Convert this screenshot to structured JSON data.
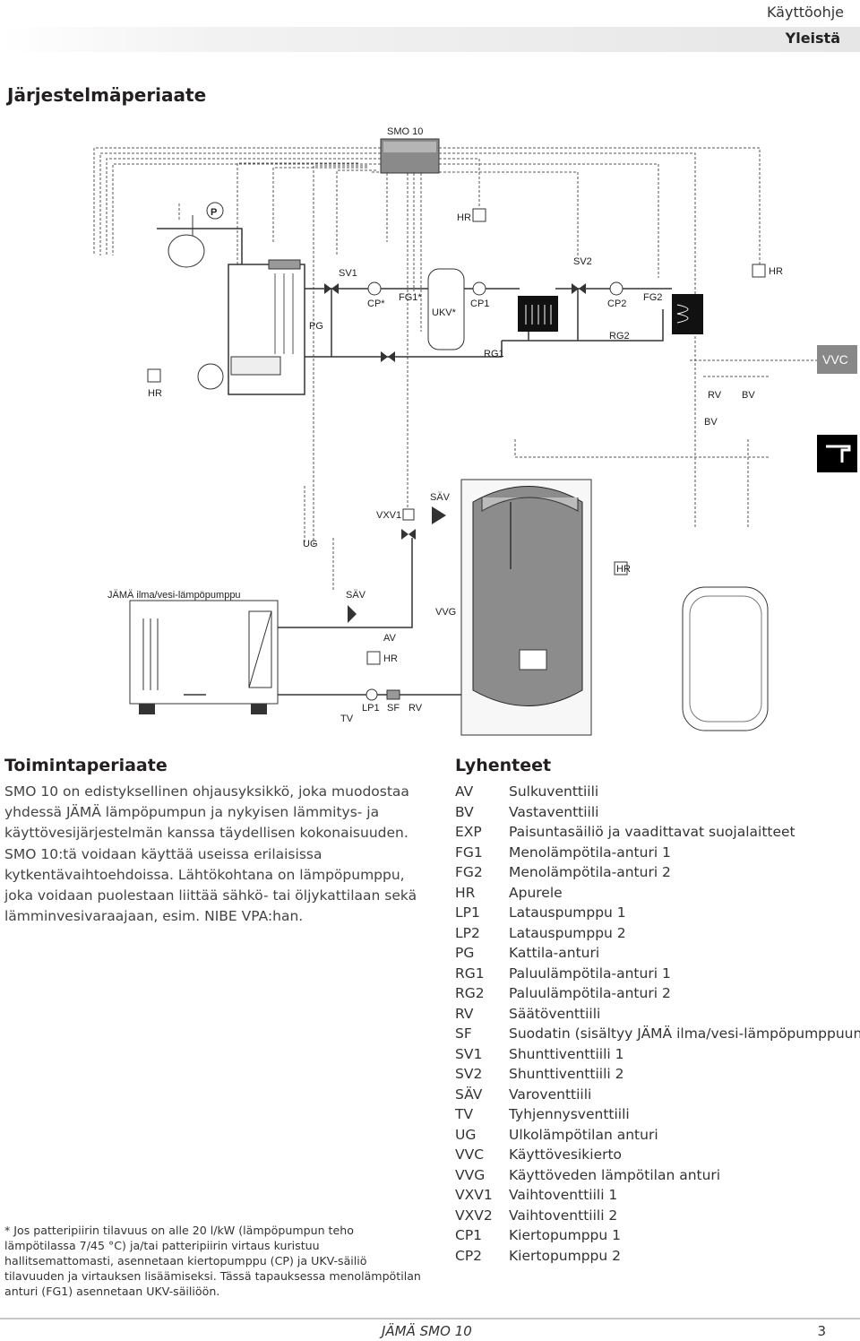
{
  "header": {
    "section": "Käyttöohje",
    "subsection": "Yleistä"
  },
  "page_title": "Järjestelmäperiaate",
  "diagram_labels": {
    "smo10": "SMO 10",
    "p": "P",
    "hr": "HR",
    "sv1": "SV1",
    "sv2": "SV2",
    "pg": "PG",
    "cp_star": "CP*",
    "fg1_star": "FG1*",
    "ukv_star": "UKV*",
    "cp1": "CP1",
    "cp2": "CP2",
    "fg2": "FG2",
    "rg1": "RG1",
    "rg2": "RG2",
    "vvc": "VVC",
    "rv": "RV",
    "bv": "BV",
    "sav": "SÄV",
    "vxv1": "VXV1",
    "ug": "UG",
    "heatpump": "JÄMÄ ilma/vesi-lämpöpumppu",
    "vvg": "VVG",
    "av": "AV",
    "tv": "TV",
    "lp1": "LP1",
    "sf": "SF"
  },
  "principle": {
    "heading": "Toimintaperiaate",
    "p1": "SMO 10 on edistyksellinen ohjausyksikkö, joka muodostaa yhdessä JÄMÄ lämpöpumpun ja nykyisen lämmitys- ja käyttövesijärjestelmän kanssa täydellisen kokonaisuuden.",
    "p2": "SMO 10:tä voidaan käyttää useissa erilaisissa kytkentävaihtoehdoissa. Lähtökohtana on lämpöpumppu, joka voidaan puolestaan liittää sähkö- tai öljykattilaan sekä lämminvesivaraajaan, esim. NIBE VPA:han."
  },
  "abbreviations": {
    "heading": "Lyhenteet",
    "items": [
      {
        "code": "AV",
        "desc": "Sulkuventtiili"
      },
      {
        "code": "BV",
        "desc": "Vastaventtiili"
      },
      {
        "code": "EXP",
        "desc": "Paisuntasäiliö ja vaadittavat suojalaitteet"
      },
      {
        "code": "FG1",
        "desc": "Menolämpötila-anturi 1"
      },
      {
        "code": "FG2",
        "desc": "Menolämpötila-anturi 2"
      },
      {
        "code": "HR",
        "desc": "Apurele"
      },
      {
        "code": "LP1",
        "desc": "Latauspumppu 1"
      },
      {
        "code": "LP2",
        "desc": "Latauspumppu 2"
      },
      {
        "code": "PG",
        "desc": "Kattila-anturi"
      },
      {
        "code": "RG1",
        "desc": "Paluulämpötila-anturi 1"
      },
      {
        "code": "RG2",
        "desc": "Paluulämpötila-anturi 2"
      },
      {
        "code": "RV",
        "desc": "Säätöventtiili"
      },
      {
        "code": "SF",
        "desc": "Suodatin (sisältyy JÄMÄ ilma/vesi-lämpöpumppuun)"
      },
      {
        "code": "SV1",
        "desc": "Shuntti­venttiili 1"
      },
      {
        "code": "SV2",
        "desc": "Shuntti­venttiili 2"
      },
      {
        "code": "SÄV",
        "desc": "Varoventtiili"
      },
      {
        "code": "TV",
        "desc": "Tyhjennysventtiili"
      },
      {
        "code": "UG",
        "desc": "Ulkolämpötilan anturi"
      },
      {
        "code": "VVC",
        "desc": "Käyttövesikierto"
      },
      {
        "code": "VVG",
        "desc": "Käyttöveden lämpötilan anturi"
      },
      {
        "code": "VXV1",
        "desc": "Vaihtoventtiili 1"
      },
      {
        "code": "VXV2",
        "desc": "Vaihtoventtiili 2"
      },
      {
        "code": "CP1",
        "desc": "Kiertopumppu 1"
      },
      {
        "code": "CP2",
        "desc": "Kiertopumppu 2"
      }
    ]
  },
  "footnote": "* Jos patteripiirin tilavuus on alle 20 l/kW (lämpöpumpun teho lämpötilassa 7/45 °C) ja/tai patteripiirin virtaus kuristuu hallitsemattomasti, asennetaan kiertopumppu (CP) ja UKV-säiliö tilavuuden ja virtauksen lisäämiseksi. Tässä tapauksessa menolämpötilan anturi (FG1) asennetaan UKV-säiliöön.",
  "footer": {
    "doc_title": "JÄMÄ SMO 10",
    "page_number": "3"
  }
}
